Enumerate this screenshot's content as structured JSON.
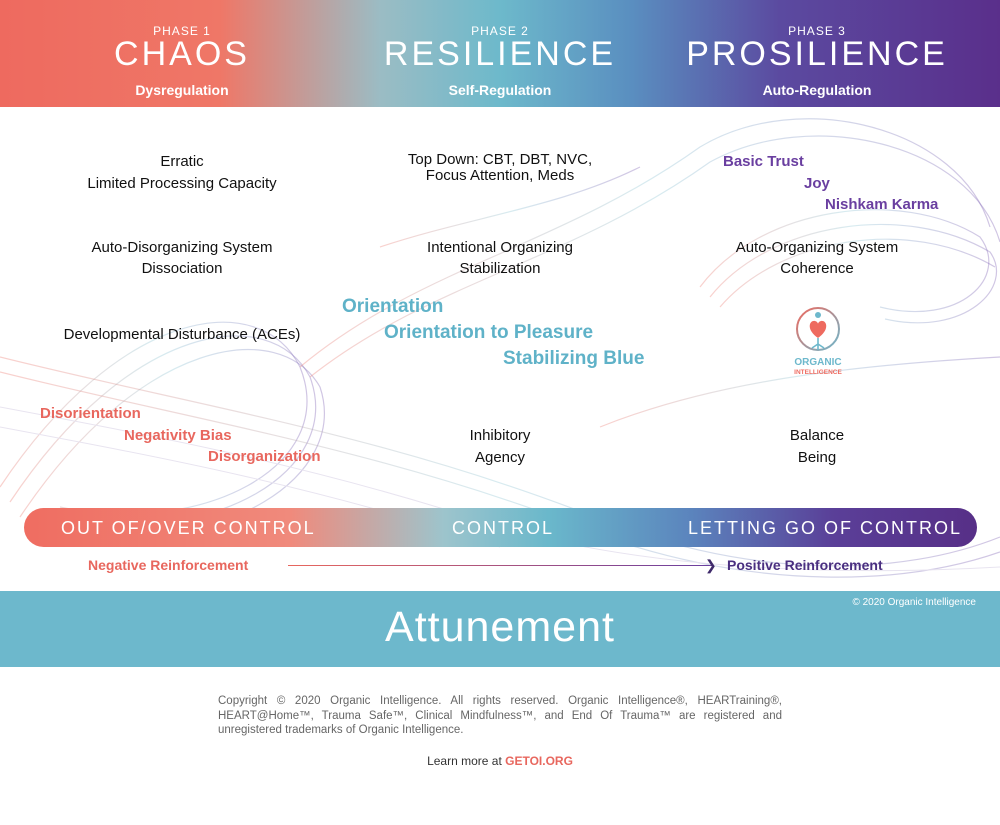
{
  "phases": [
    {
      "label": "PHASE 1",
      "name": "CHAOS",
      "sub": "Dysregulation"
    },
    {
      "label": "PHASE 2",
      "name": "RESILIENCE",
      "sub": "Self-Regulation"
    },
    {
      "label": "PHASE 3",
      "name": "PROSILIENCE",
      "sub": "Auto-Regulation"
    }
  ],
  "chaos": {
    "line1": "Erratic",
    "line2": "Limited Processing Capacity",
    "line3": "Auto-Disorganizing System",
    "line4": "Dissociation",
    "line5": "Developmental Disturbance (ACEs)",
    "red1": "Disorientation",
    "red2": "Negativity Bias",
    "red3": "Disorganization"
  },
  "resilience": {
    "line1": "Top Down: CBT, DBT, NVC,",
    "line2": "Focus Attention, Meds",
    "line3": "Intentional Organizing",
    "line4": "Stabilization",
    "blue1": "Orientation",
    "blue2": "Orientation to Pleasure",
    "blue3": "Stabilizing Blue",
    "line5": "Inhibitory",
    "line6": "Agency"
  },
  "prosilience": {
    "purple1": "Basic Trust",
    "purple2": "Joy",
    "purple3": "Nishkam Karma",
    "line1": "Auto-Organizing System",
    "line2": "Coherence",
    "logo_line1": "ORGANIC",
    "logo_line2": "INTELLIGENCE",
    "line3": "Balance",
    "line4": "Being"
  },
  "control_bar": {
    "left": "OUT OF/OVER CONTROL",
    "center": "CONTROL",
    "right": "LETTING GO OF CONTROL"
  },
  "reinforcement": {
    "negative": "Negative Reinforcement",
    "positive": "Positive Reinforcement"
  },
  "attunement": {
    "title": "Attunement",
    "copyright": "© 2020 Organic Intelligence"
  },
  "footer": {
    "legal": "Copyright © 2020 Organic Intelligence. All rights reserved. Organic Intelligence®, HEARTraining®, HEART@Home™, Trauma Safe™, Clinical Mindfulness™, and End Of Trauma™ are registered and unregistered trademarks of Organic Intelligence.",
    "learn_prefix": "Learn more at ",
    "learn_link": "GETOI.ORG"
  },
  "colors": {
    "coral": "#e8675e",
    "purple": "#6a3fa0",
    "teal": "#6db8cc"
  }
}
